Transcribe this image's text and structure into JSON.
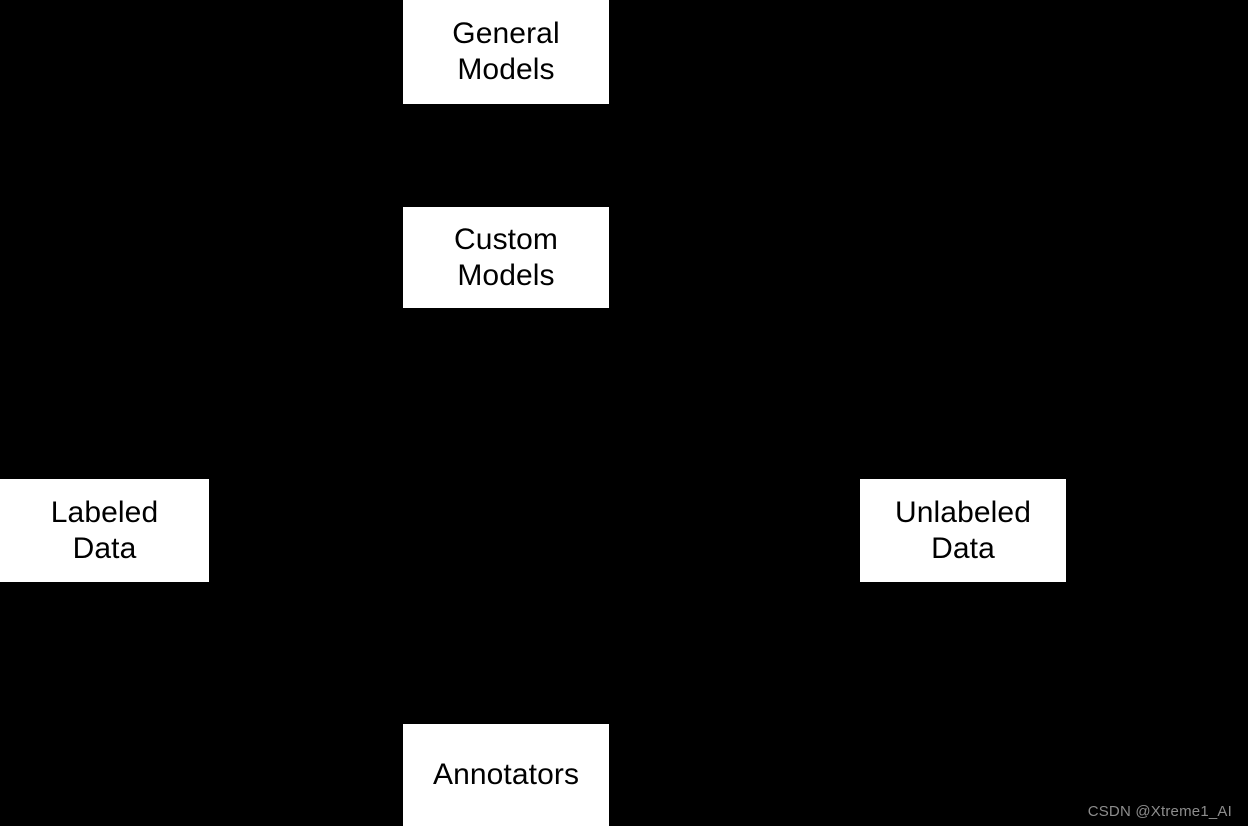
{
  "diagram": {
    "background_color": "#000000",
    "node_fill_color": "#ffffff",
    "node_text_color": "#000000",
    "nodes": [
      {
        "id": "general-models",
        "label": "General\nModels"
      },
      {
        "id": "custom-models",
        "label": "Custom\nModels"
      },
      {
        "id": "labeled-data",
        "label": "Labeled\nData"
      },
      {
        "id": "unlabeled-data",
        "label": "Unlabeled\nData"
      },
      {
        "id": "annotators",
        "label": "Annotators"
      }
    ]
  },
  "watermark": {
    "text": "CSDN @Xtreme1_AI",
    "color": "#8d8d8d"
  }
}
